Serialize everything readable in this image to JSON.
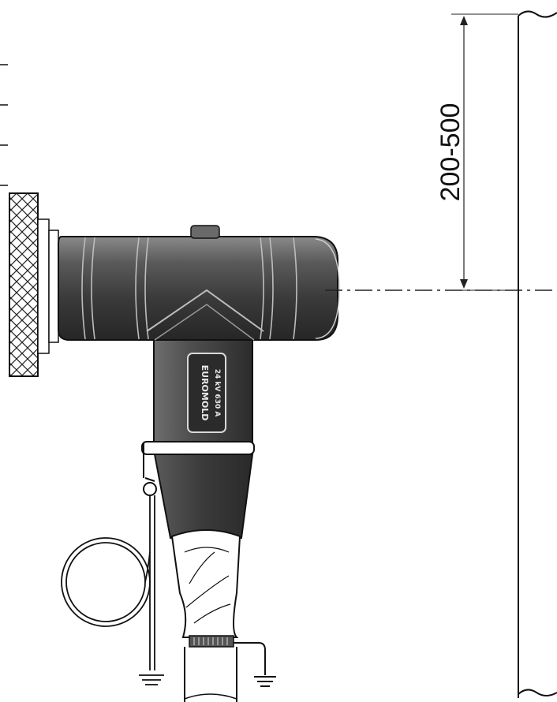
{
  "dimension": {
    "label": "200-500"
  },
  "nameplate": {
    "brand": "EUROMOLD",
    "rating": "24 kV  630 A"
  },
  "colors": {
    "body": "#3c3c3c",
    "body_light": "#7a7a7a",
    "line": "#1a1a1a",
    "background": "#ffffff"
  }
}
